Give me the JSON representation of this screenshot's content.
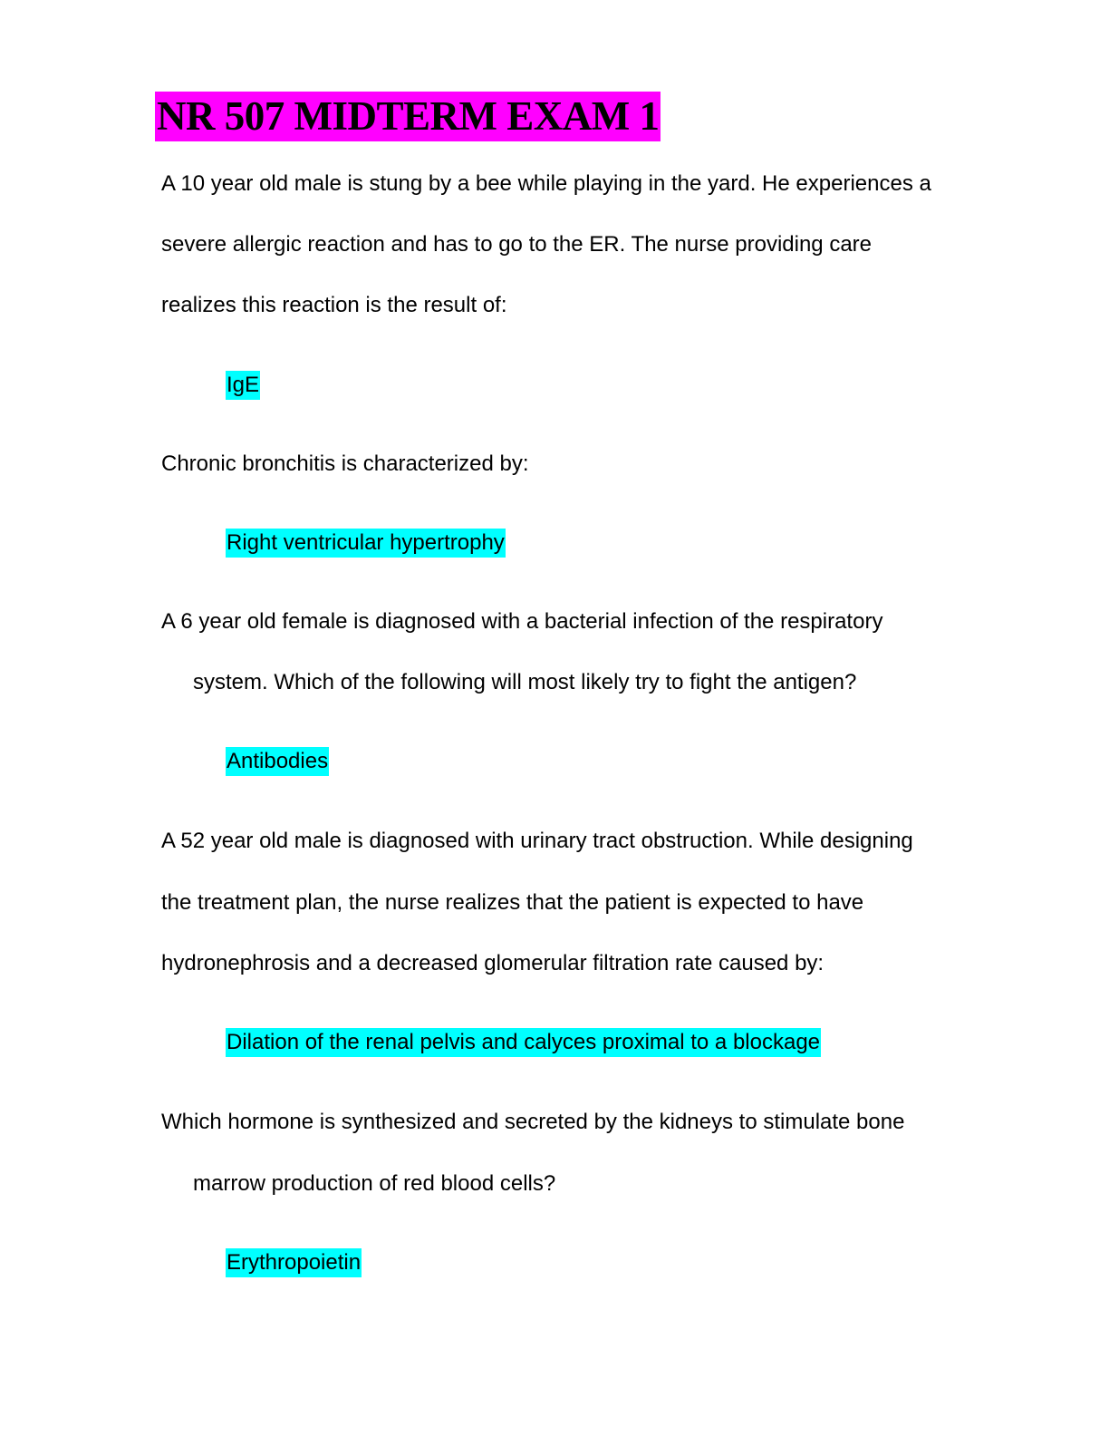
{
  "document": {
    "title": "NR 507 MIDTERM EXAM 1",
    "colors": {
      "title_highlight": "#FF00FF",
      "answer_highlight": "#00FFFF",
      "text": "#000000",
      "background": "#FFFFFF"
    },
    "questions": [
      {
        "lines": [
          "A 10 year old male is stung by a bee while playing in the yard. He experiences a",
          "severe allergic reaction and has to go to the ER. The nurse providing care",
          "realizes this reaction is the result of:"
        ],
        "answer": "IgE"
      },
      {
        "lines": [
          "Chronic bronchitis is characterized by:"
        ],
        "answer": "Right ventricular hypertrophy"
      },
      {
        "lines": [
          "A 6 year old female is diagnosed with a bacterial infection of the respiratory",
          "system. Which of the following will most likely try to fight the antigen?"
        ],
        "answer": "Antibodies"
      },
      {
        "lines": [
          "A 52 year old male is diagnosed with urinary tract obstruction. While designing",
          "the treatment plan, the nurse realizes that the patient is expected to  have",
          "hydronephrosis and a decreased glomerular filtration rate caused by:"
        ],
        "answer": "Dilation of the renal pelvis and calyces proximal to a blockage"
      },
      {
        "lines": [
          "Which hormone is synthesized and secreted by the kidneys to stimulate bone",
          "marrow production of red blood cells?"
        ],
        "answer": "Erythropoietin"
      }
    ]
  }
}
